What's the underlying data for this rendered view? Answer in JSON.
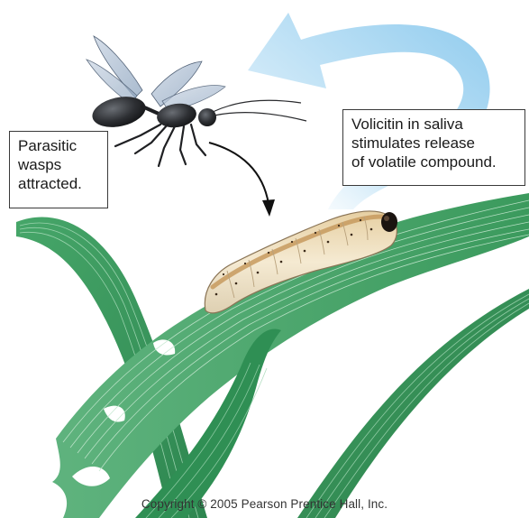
{
  "labels": {
    "wasp": [
      "Parasitic",
      "wasps",
      "attracted."
    ],
    "volicitin": [
      "Volicitin in saliva",
      "stimulates release",
      "of volatile compound."
    ]
  },
  "copyright": "Copyright © 2005 Pearson Prentice Hall, Inc.",
  "colors": {
    "leaf_dark": "#2f8f54",
    "leaf_mid": "#43a467",
    "leaf_light": "#74c08f",
    "vein": "#b7e0c4",
    "arrow_blue": "#9fd3f0",
    "caterpillar_body": "#f1e4c6",
    "caterpillar_stripe": "#c79a5e",
    "wasp_body": "#2d2f33"
  },
  "icons": [
    "blue-curved-arrow-icon",
    "black-curved-arrow-icon",
    "wasp-icon",
    "caterpillar-icon",
    "grass-leaf-icon"
  ]
}
